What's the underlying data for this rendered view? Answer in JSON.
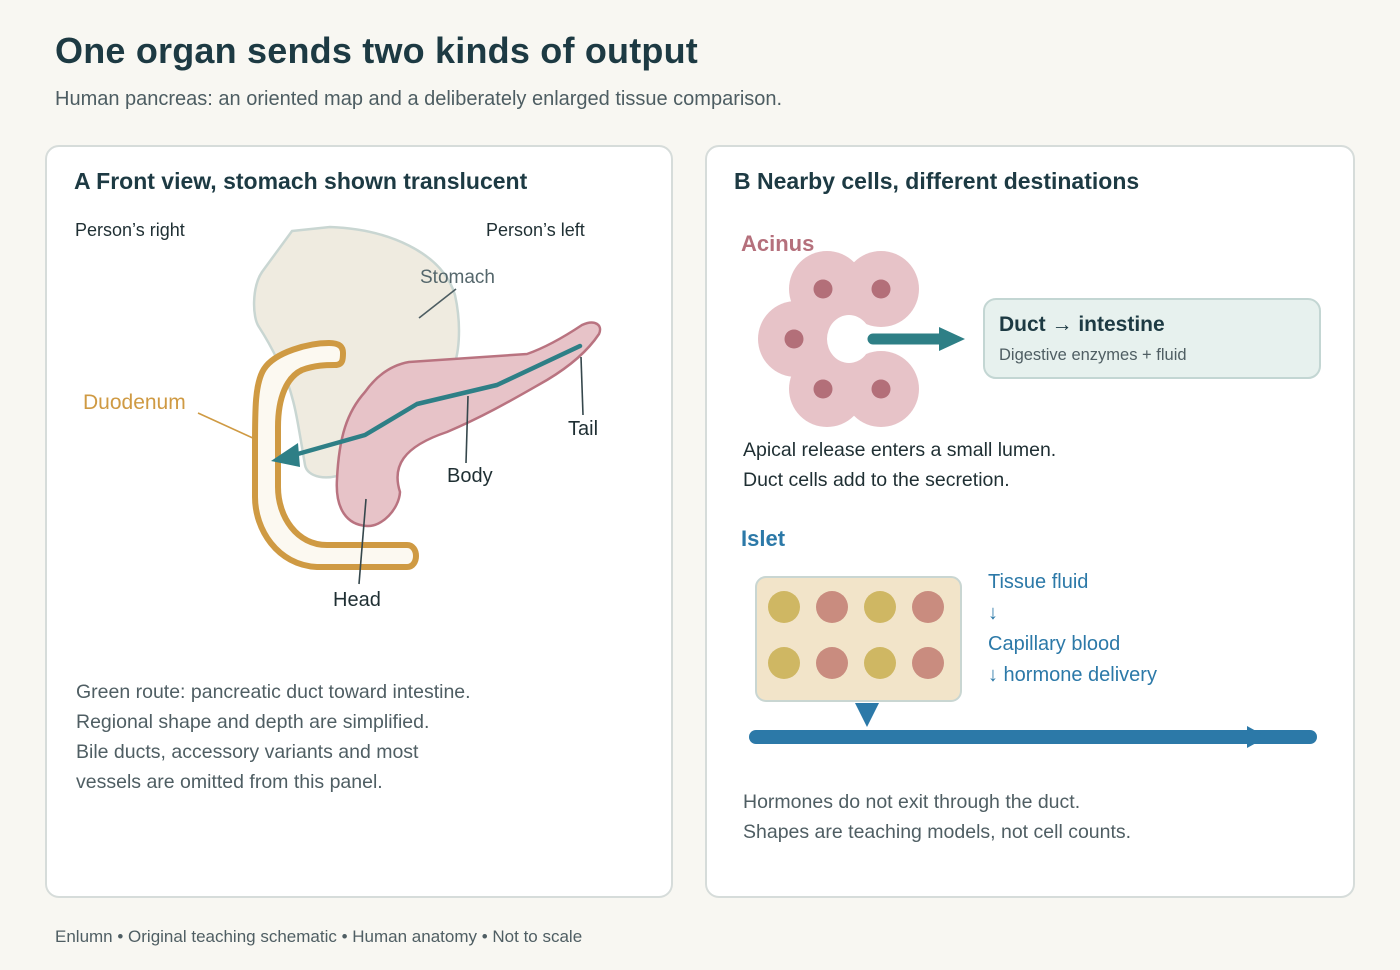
{
  "header": {
    "title": "One organ sends two kinds of output",
    "subtitle": "Human pancreas: an oriented map and a deliberately enlarged tissue comparison."
  },
  "panel_a": {
    "title": "A  Front view, stomach shown translucent",
    "orientation": {
      "right": "Person’s right",
      "left": "Person’s left"
    },
    "labels": {
      "stomach": "Stomach",
      "duodenum": "Duodenum",
      "tail": "Tail",
      "body": "Body",
      "head": "Head"
    },
    "notes": [
      "Green route: pancreatic duct toward intestine.",
      "Regional shape and depth are simplified.",
      "Bile ducts, accessory variants and most",
      "vessels are omitted from this panel."
    ]
  },
  "panel_b": {
    "title": "B  Nearby cells, different destinations",
    "acinus": {
      "label": "Acinus",
      "box_title": "Duct → intestine",
      "box_subtitle": "Digestive enzymes + fluid",
      "notes": [
        "Apical release enters a small lumen.",
        "Duct cells add to the secretion."
      ]
    },
    "islet": {
      "label": "Islet",
      "flow": [
        "Tissue fluid",
        "↓",
        "Capillary blood",
        "↓ hormone delivery"
      ],
      "notes": [
        "Hormones do not exit through the duct.",
        "Shapes are teaching models, not cell counts."
      ]
    }
  },
  "footer": "Enlumn • Original teaching schematic • Human anatomy • Not to scale",
  "colors": {
    "duct_teal": "#2e7f86",
    "duodenum_gold": "#cf9a43",
    "pancreas_pink": "#e7c3c8",
    "acinus_label": "#b5707c",
    "islet_blue": "#2c79a8"
  }
}
